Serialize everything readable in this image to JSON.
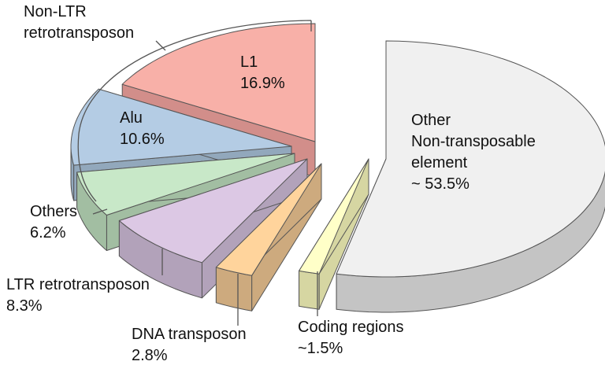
{
  "chart_data": {
    "type": "pie",
    "style": "3d-exploded",
    "slices": [
      {
        "name": "Other Non-transposable element",
        "label_lines": [
          "Other",
          "Non-transposable",
          "element",
          "~ 53.5%"
        ],
        "value": 53.5,
        "top": "#f0f0f0",
        "side": "#c4c4c4"
      },
      {
        "name": "Coding regions",
        "label_lines": [
          "Coding regions",
          "~1.5%"
        ],
        "value": 1.5,
        "top": "#ffffc8",
        "side": "#d6d6a2"
      },
      {
        "name": "DNA transposon",
        "label_lines": [
          "DNA transposon",
          "2.8%"
        ],
        "value": 2.8,
        "top": "#ffd49c",
        "side": "#cdaa7e"
      },
      {
        "name": "LTR retrotransposon",
        "label_lines": [
          "LTR retrotransposon",
          "8.3%"
        ],
        "value": 8.3,
        "top": "#dcc8e4",
        "side": "#b2a2ba"
      },
      {
        "name": "Others",
        "label_lines": [
          "Others",
          "6.2%"
        ],
        "value": 6.2,
        "top": "#c8e8c8",
        "side": "#a2bea2"
      },
      {
        "name": "Alu",
        "label_lines": [
          "Alu",
          "10.6%"
        ],
        "value": 10.6,
        "top": "#b4cce4",
        "side": "#92a8bc"
      },
      {
        "name": "L1",
        "label_lines": [
          "L1",
          "16.9%"
        ],
        "value": 16.9,
        "top": "#f8b0a8",
        "side": "#d28e8a"
      }
    ],
    "group_label_lines": [
      "Non-LTR",
      "retrotransposon"
    ],
    "group_members": [
      "L1",
      "Alu"
    ],
    "outline_color": "#555555"
  }
}
